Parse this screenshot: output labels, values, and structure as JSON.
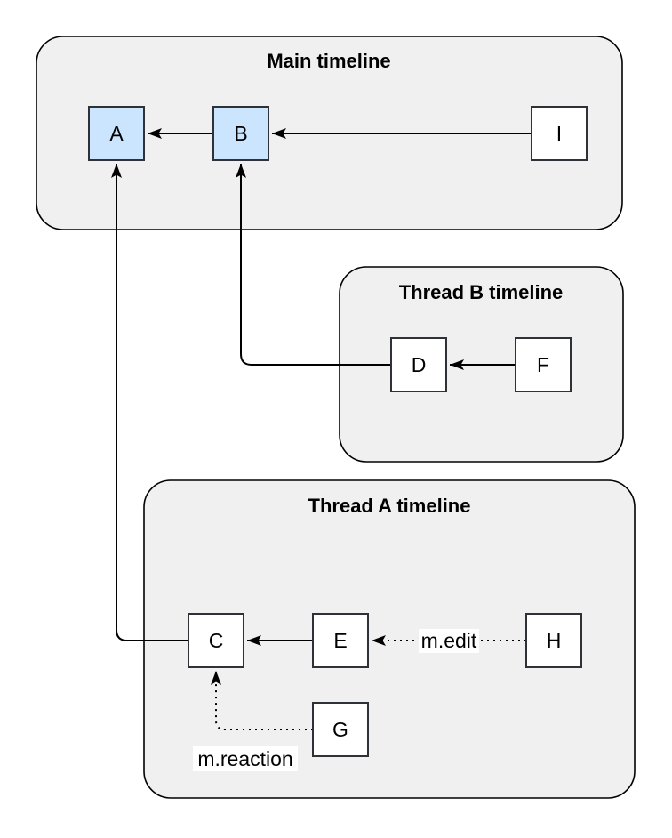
{
  "containers": {
    "main": {
      "title": "Main timeline"
    },
    "thread_b": {
      "title": "Thread B timeline"
    },
    "thread_a": {
      "title": "Thread A timeline"
    }
  },
  "nodes": {
    "a": {
      "label": "A",
      "fill": "#cce5ff",
      "timeline": "main"
    },
    "b": {
      "label": "B",
      "fill": "#cce5ff",
      "timeline": "main"
    },
    "i": {
      "label": "I",
      "fill": "#ffffff",
      "timeline": "main"
    },
    "d": {
      "label": "D",
      "fill": "#ffffff",
      "timeline": "thread_b"
    },
    "f": {
      "label": "F",
      "fill": "#ffffff",
      "timeline": "thread_b"
    },
    "c": {
      "label": "C",
      "fill": "#ffffff",
      "timeline": "thread_a"
    },
    "e": {
      "label": "E",
      "fill": "#ffffff",
      "timeline": "thread_a"
    },
    "g": {
      "label": "G",
      "fill": "#ffffff",
      "timeline": "thread_a"
    },
    "h": {
      "label": "H",
      "fill": "#ffffff",
      "timeline": "thread_a"
    }
  },
  "edges": {
    "b_to_a": {
      "from": "B",
      "to": "A",
      "style": "solid"
    },
    "i_to_b": {
      "from": "I",
      "to": "B",
      "style": "solid"
    },
    "f_to_d": {
      "from": "F",
      "to": "D",
      "style": "solid"
    },
    "d_to_b": {
      "from": "D",
      "to": "B",
      "style": "solid"
    },
    "e_to_c": {
      "from": "E",
      "to": "C",
      "style": "solid"
    },
    "c_to_a": {
      "from": "C",
      "to": "A",
      "style": "solid"
    },
    "h_to_e": {
      "from": "H",
      "to": "E",
      "style": "dotted",
      "label": "m.edit"
    },
    "g_to_c": {
      "from": "G",
      "to": "C",
      "style": "dotted",
      "label": "m.reaction"
    }
  },
  "colors": {
    "container_fill": "#f0f0f0",
    "container_stroke": "#000000",
    "highlighted_node_fill": "#cce5ff",
    "default_node_fill": "#ffffff",
    "node_stroke": "#2e3236",
    "edge_stroke": "#000000",
    "background": "#ffffff"
  }
}
